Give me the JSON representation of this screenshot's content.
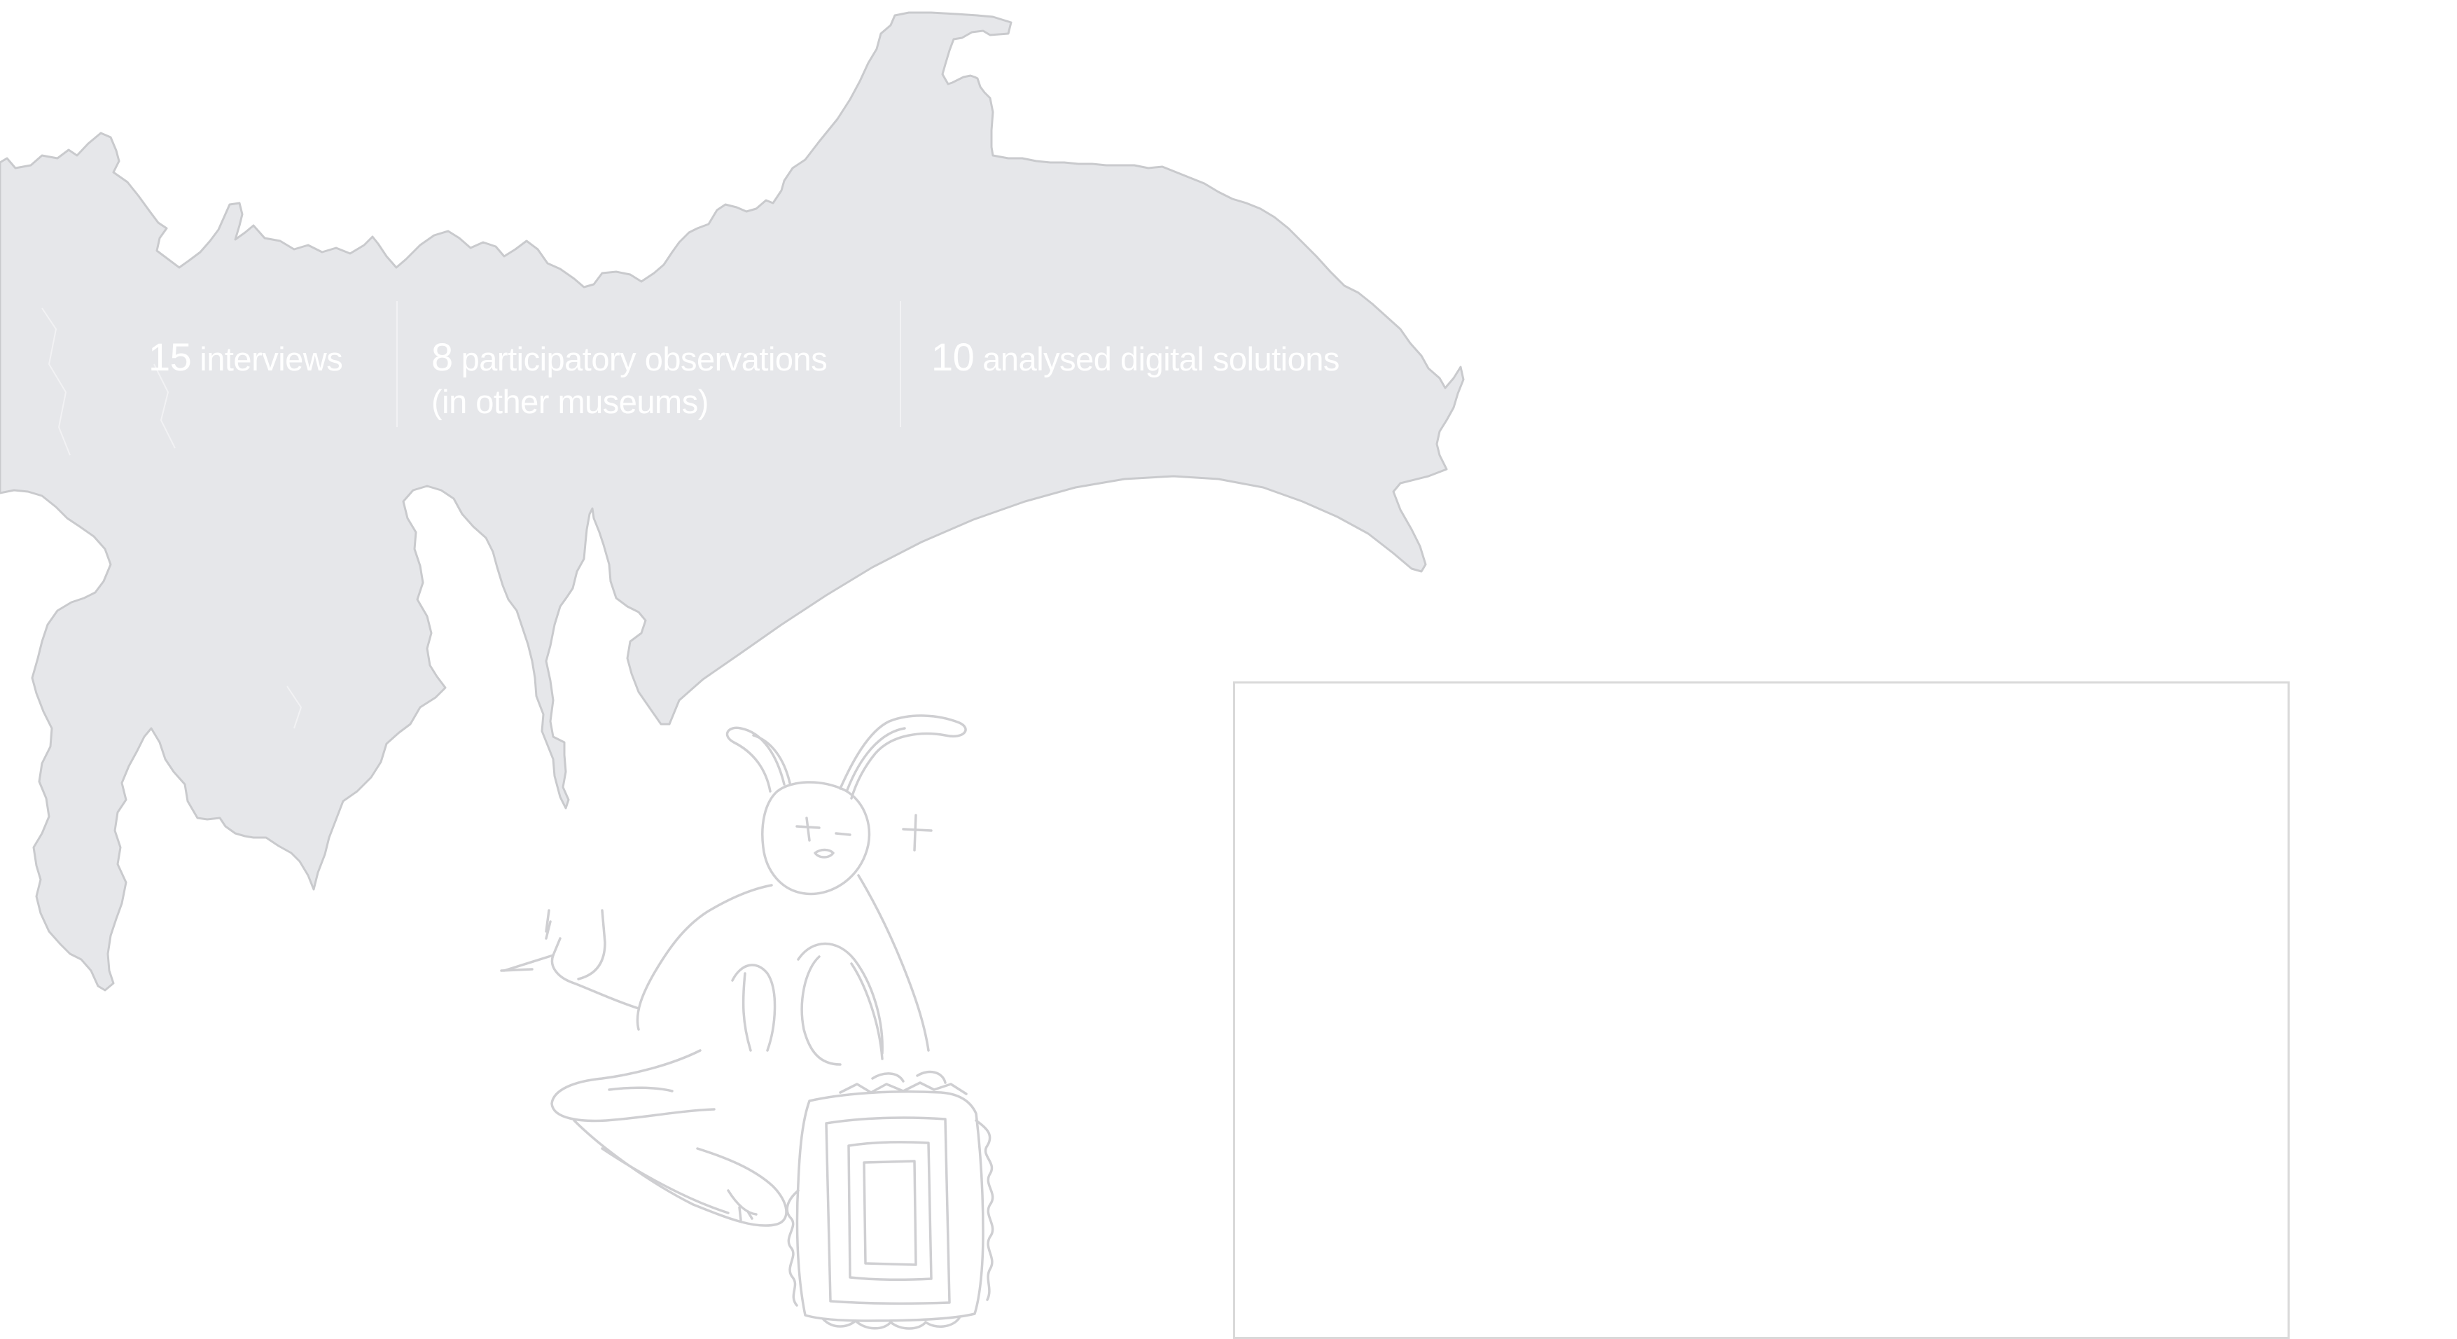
{
  "stats": [
    {
      "value": "15",
      "label": "interviews",
      "label_line2": ""
    },
    {
      "value": "8",
      "label": "participatory observations",
      "label_line2": "(in other museums)"
    },
    {
      "value": "10",
      "label": "analysed digital solutions",
      "label_line2": ""
    }
  ],
  "colors": {
    "background": "#ffffff",
    "blob_fill": "#e6e7ea",
    "blob_outline": "#c9cacd",
    "sketch_line": "#cfcfd2",
    "stat_text": "#ffffff",
    "frame_border": "#d9d9d9"
  },
  "illustration": {
    "blob": "map-shaped-gray-blob",
    "sketch": "rabbit-holding-picture-frame-line-drawing"
  },
  "panel": {
    "state": "empty"
  }
}
